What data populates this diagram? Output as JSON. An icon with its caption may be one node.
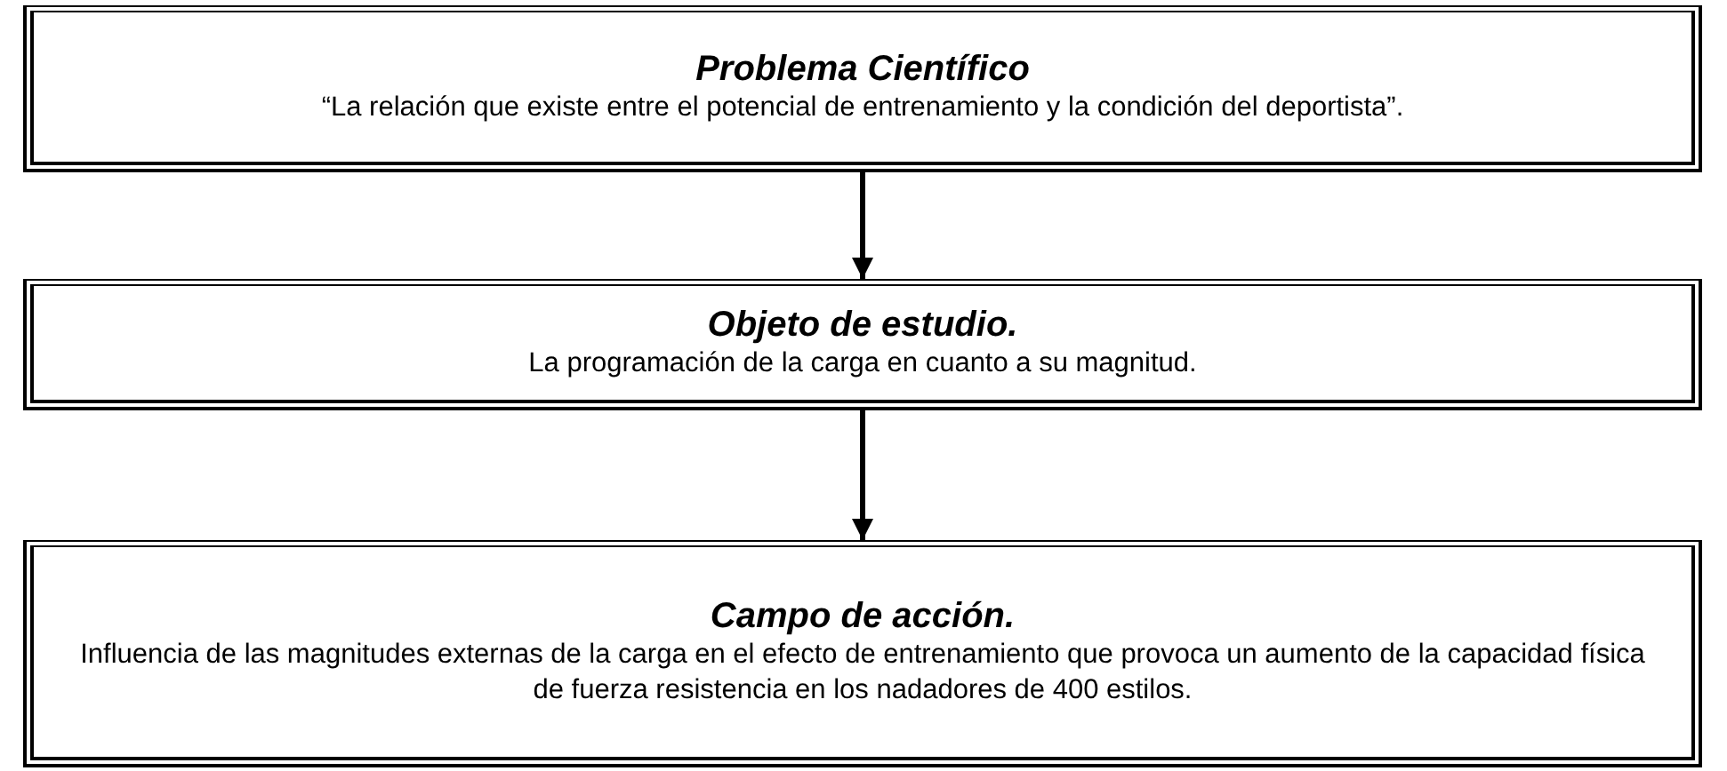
{
  "diagram": {
    "nodes": [
      {
        "text": [
          "Problema Científico",
          "“La relación que existe entre el potencial de entrenamiento y la condición del deportista”."
        ]
      },
      {
        "text": [
          "Objeto de estudio.",
          "La programación de la carga en cuanto a su magnitud."
        ]
      },
      {
        "text": [
          "Campo de acción.",
          "Influencia de las magnitudes externas de la carga en el efecto de entrenamiento que provoca un aumento de la capacidad física de fuerza resistencia en los nadadores de 400 estilos."
        ]
      }
    ],
    "edges": [
      {
        "from": 0,
        "to": 1,
        "arrow": "to"
      },
      {
        "from": 1,
        "to": 2,
        "arrow": "to"
      }
    ]
  }
}
